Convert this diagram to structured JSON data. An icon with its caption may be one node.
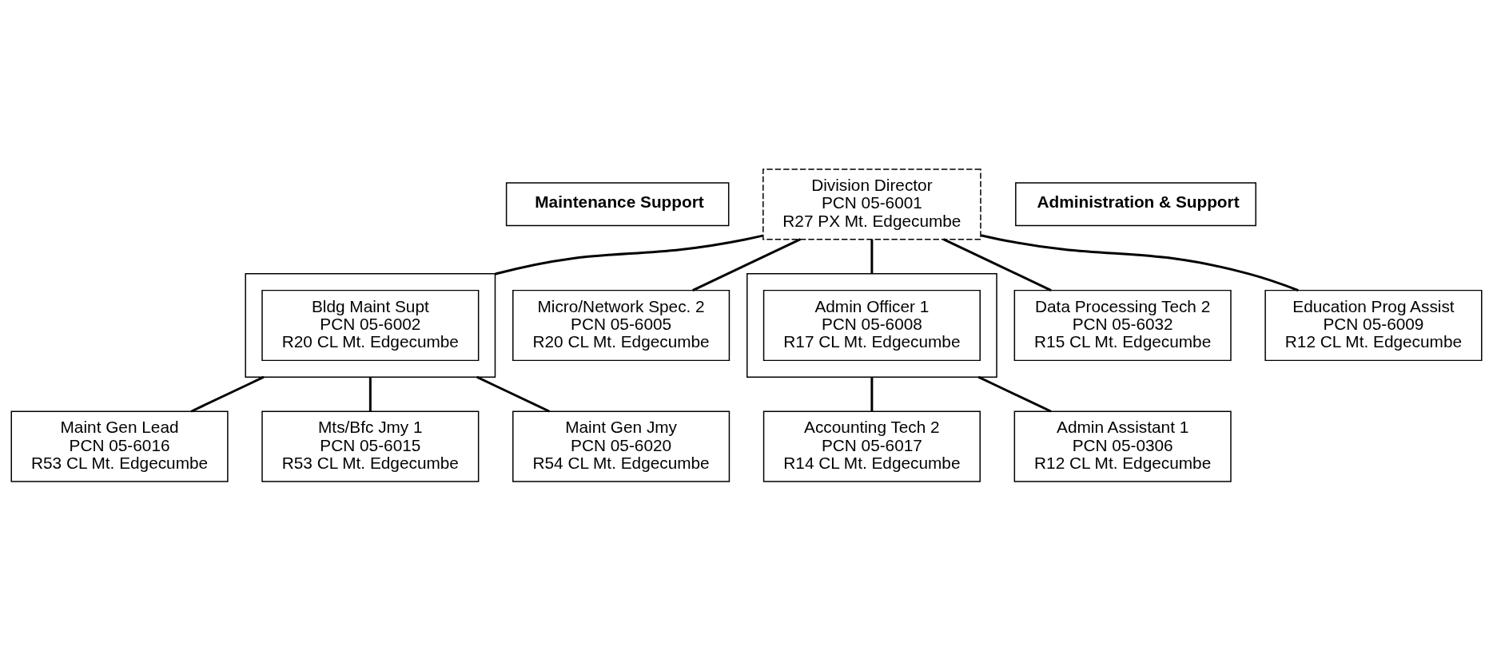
{
  "diagram": {
    "nodes": [
      {
        "text": [
          "Division Director PCN 05-6001 R27 PX Mt. Edgecumbe"
        ]
      },
      {
        "text": [
          "Maintenance Support"
        ]
      },
      {
        "text": [
          "Administration & Support"
        ]
      },
      {
        "text": [],
        "shape": "box"
      },
      {
        "text": [
          "Bldg Maint Supt PCN 05-6002 R20 CL Mt. Edgecumbe"
        ],
        "in": 3
      },
      {
        "text": [
          "Micro/Network Spec. 2 PCN 05-6005 R20 CL Mt. Edgecumbe"
        ]
      },
      {
        "text": [],
        "shape": "box"
      },
      {
        "text": [
          "Admin Officer 1 PCN 05-6008 R17 CL Mt. Edgecumbe"
        ],
        "in": 6
      },
      {
        "text": [
          "Maint Gen Lead PCN 05-6016 R53 CL Mt. Edgecumbe"
        ]
      },
      {
        "text": [
          "Mts/Bfc Jmy 1 PCN 05-6015 R53 CL Mt. Edgecumbe"
        ]
      },
      {
        "text": [
          "Data Processing Tech 2 PCN 05-6032 R15 CL Mt. Edgecumbe"
        ]
      },
      {
        "text": [
          "Accounting Tech 2 PCN 05-6017 R14 CL Mt. Edgecumbe"
        ]
      },
      {
        "text": [
          "Admin Assistant 1 PCN 05-0306 R12 CL Mt. Edgecumbe"
        ]
      },
      {
        "text": [
          "Maint Gen Jmy PCN 05-6020 R54 CL Mt. Edgecumbe"
        ]
      },
      {
        "text": [
          "Education Prog Assist PCN 05-6009 R12 CL Mt. Edgecumbe"
        ]
      }
    ],
    "edges": [
      {
        "from": 0,
        "to": 3,
        "arrow": "none"
      },
      {
        "from": 0,
        "to": 6,
        "arrow": "none"
      },
      {
        "from": 0,
        "to": 5,
        "arrow": "none"
      },
      {
        "from": 0,
        "to": 10,
        "arrow": "none"
      },
      {
        "from": 0,
        "to": 14,
        "arrow": "none"
      },
      {
        "from": 3,
        "to": 8,
        "arrow": "none"
      },
      {
        "from": 3,
        "to": 9,
        "arrow": "none"
      },
      {
        "from": 3,
        "to": 13,
        "arrow": "none"
      },
      {
        "from": 6,
        "to": 11,
        "arrow": "none"
      },
      {
        "from": 6,
        "to": 12,
        "arrow": "none"
      }
    ]
  }
}
